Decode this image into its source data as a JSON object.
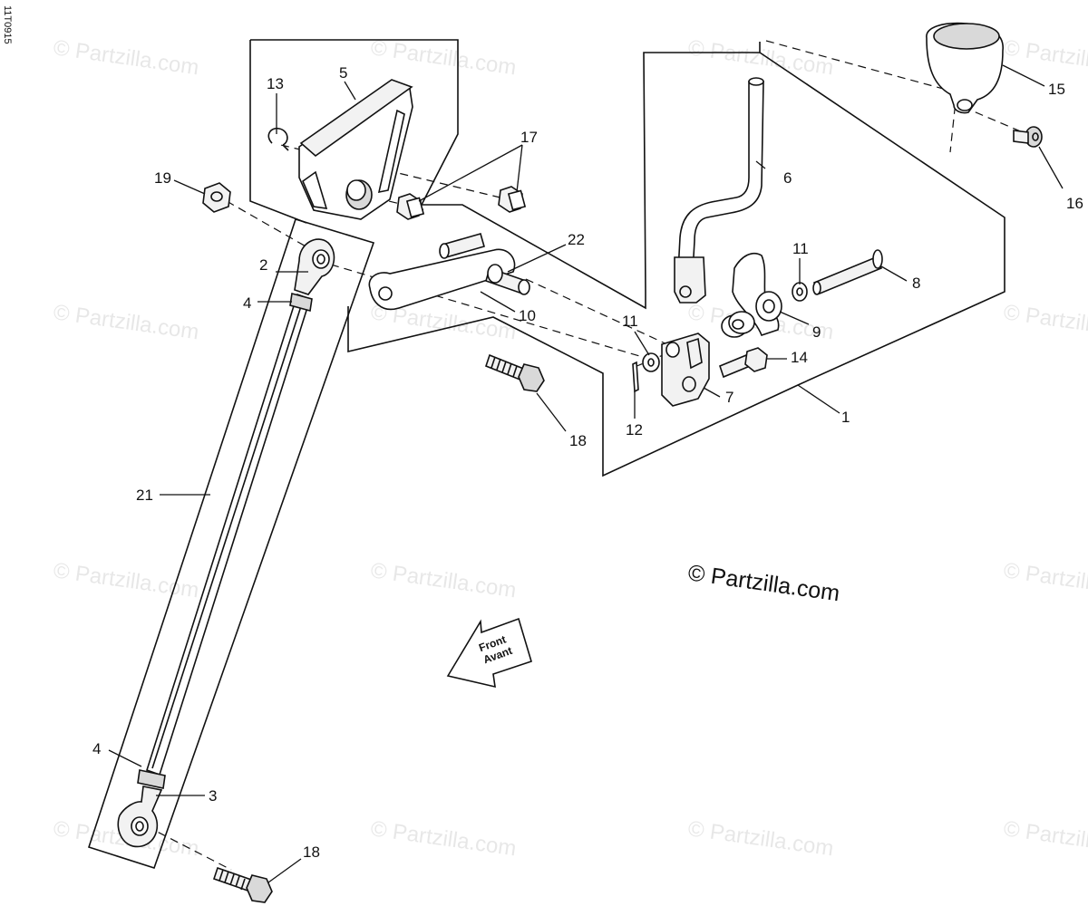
{
  "diagram_code": "11T0915",
  "watermark": "© Partzilla.com",
  "copyright": "© Partzilla.com",
  "direction_arrow": {
    "line1": "Front",
    "line2": "Avant"
  },
  "callouts": [
    {
      "id": "c1",
      "label": "1"
    },
    {
      "id": "c2",
      "label": "2"
    },
    {
      "id": "c3",
      "label": "3"
    },
    {
      "id": "c4a",
      "label": "4"
    },
    {
      "id": "c4b",
      "label": "4"
    },
    {
      "id": "c5",
      "label": "5"
    },
    {
      "id": "c6",
      "label": "6"
    },
    {
      "id": "c7",
      "label": "7"
    },
    {
      "id": "c8",
      "label": "8"
    },
    {
      "id": "c9",
      "label": "9"
    },
    {
      "id": "c10",
      "label": "10"
    },
    {
      "id": "c11a",
      "label": "11"
    },
    {
      "id": "c11b",
      "label": "11"
    },
    {
      "id": "c12",
      "label": "12"
    },
    {
      "id": "c13",
      "label": "13"
    },
    {
      "id": "c14",
      "label": "14"
    },
    {
      "id": "c15",
      "label": "15"
    },
    {
      "id": "c16",
      "label": "16"
    },
    {
      "id": "c17",
      "label": "17"
    },
    {
      "id": "c18a",
      "label": "18"
    },
    {
      "id": "c18b",
      "label": "18"
    },
    {
      "id": "c19",
      "label": "19"
    },
    {
      "id": "c21",
      "label": "21"
    },
    {
      "id": "c22",
      "label": "22"
    }
  ]
}
